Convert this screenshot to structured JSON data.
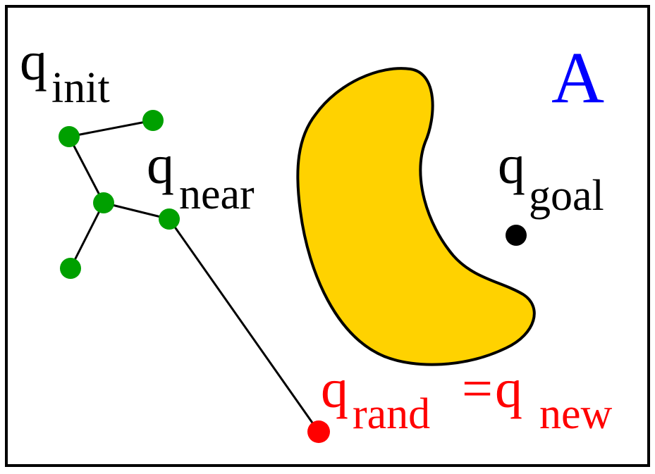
{
  "panel": {
    "letter": "A",
    "letter_color": "#0000ff"
  },
  "colors": {
    "border": "#000000",
    "edge": "#000000",
    "tree_node": "#009900",
    "obstacle_fill": "#ffd200",
    "obstacle_stroke": "#000000",
    "goal_point": "#000000",
    "rand_point": "#ff0000",
    "rand_label": "#ff0000",
    "label_text": "#000000"
  },
  "labels": {
    "q_init": {
      "base": "q",
      "sub": "init"
    },
    "q_near": {
      "base": "q",
      "sub": "near"
    },
    "q_goal": {
      "base": "q",
      "sub": "goal"
    },
    "q_rand": {
      "base": "q",
      "sub": "rand"
    },
    "equals": "=",
    "q_new": {
      "base": "q",
      "sub": "new"
    }
  },
  "shapes": {
    "obstacle": "crescent-obstacle",
    "point_icon": "circle-dot"
  }
}
